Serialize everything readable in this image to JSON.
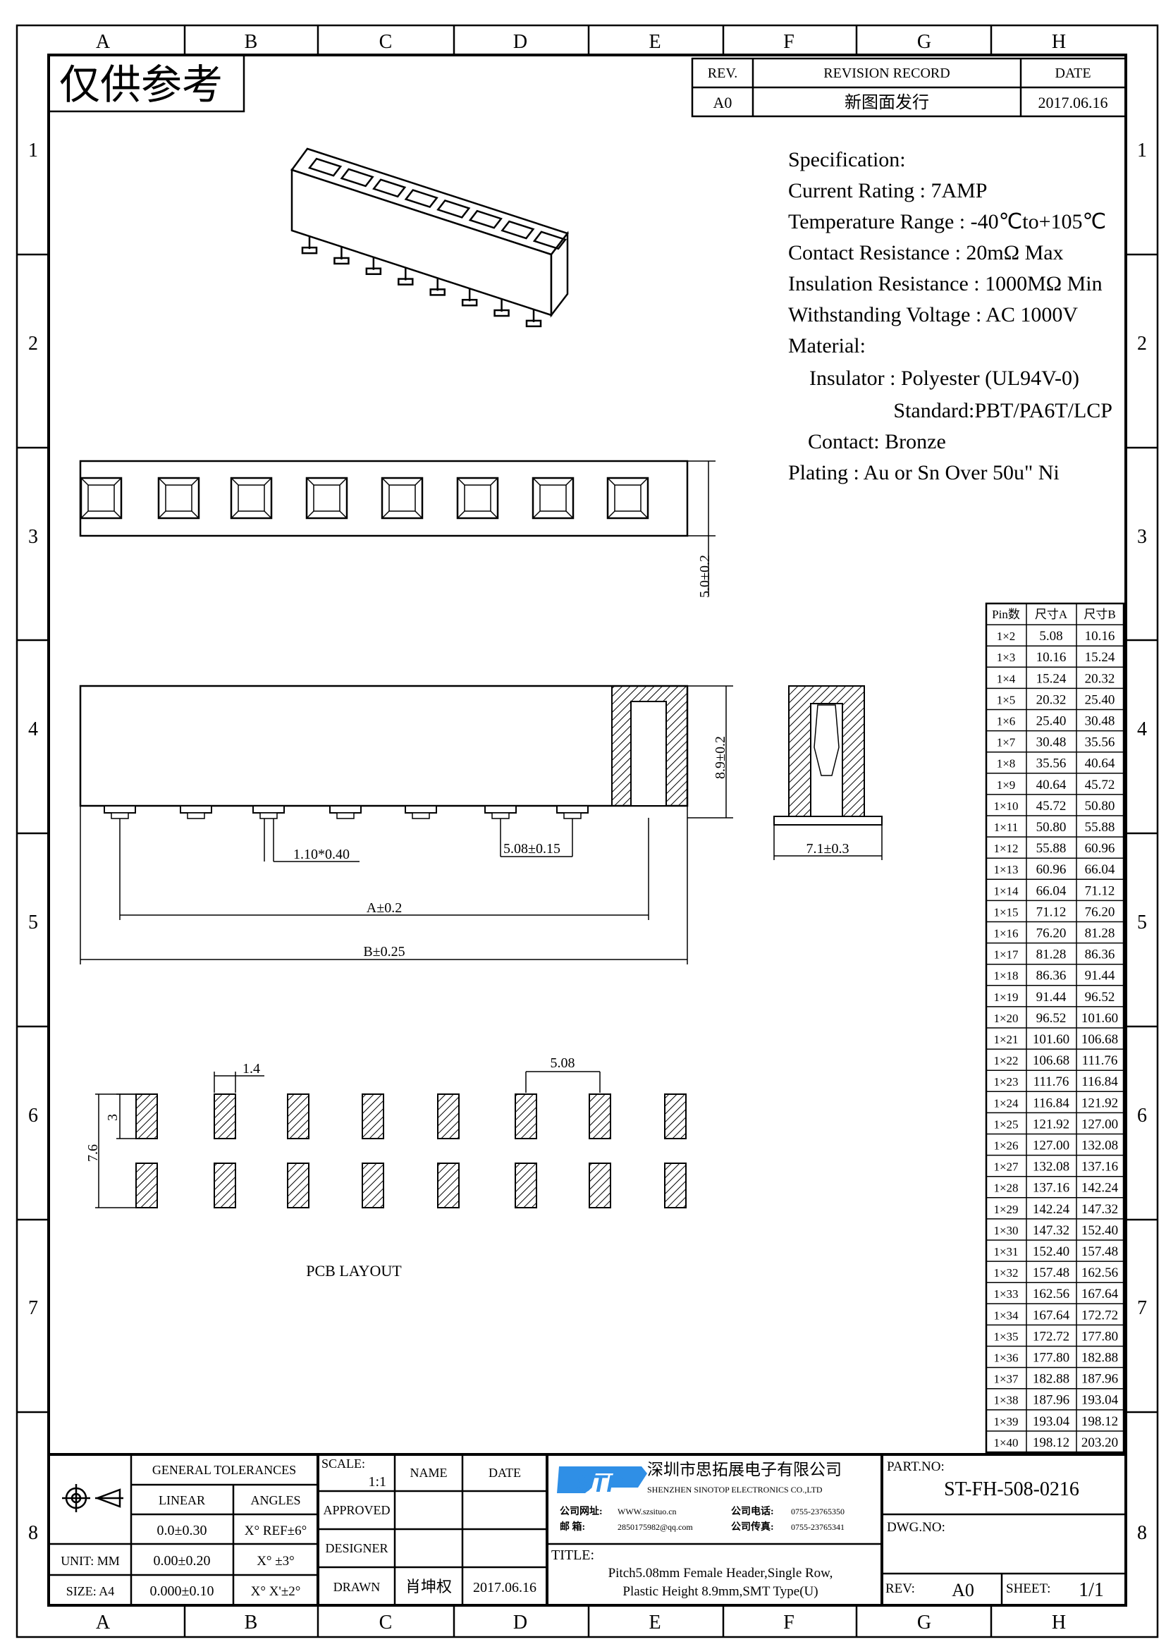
{
  "watermark": "仅供参考",
  "grid": {
    "columns": [
      "A",
      "B",
      "C",
      "D",
      "E",
      "F",
      "G",
      "H"
    ],
    "rows": [
      "1",
      "2",
      "3",
      "4",
      "5",
      "6",
      "7",
      "8"
    ]
  },
  "revision": {
    "headers": {
      "rev": "REV.",
      "record": "REVISION RECORD",
      "date": "DATE"
    },
    "entries": [
      {
        "rev": "A0",
        "record": "新图面发行",
        "date": "2017.06.16"
      }
    ]
  },
  "specification": {
    "title": "Specification:",
    "lines": [
      "Current Rating : 7AMP",
      "Temperature Range : -40℃to+105℃",
      "Contact Resistance : 20mΩ Max",
      "Insulation Resistance : 1000MΩ Min",
      "Withstanding Voltage : AC 1000V",
      "Material:",
      "Insulator : Polyester (UL94V-0)",
      "Standard:PBT/PA6T/LCP",
      "Contact: Bronze",
      "Plating : Au or Sn Over 50u\" Ni"
    ]
  },
  "dimensions": {
    "top_height": "5.0±0.2",
    "front_height": "8.9±0.2",
    "pin_size": "1.10*0.40",
    "pitch": "5.08±0.15",
    "dim_a": "A±0.2",
    "dim_b": "B±0.25",
    "side_width": "7.1±0.3",
    "pcb_pad_width": "1.4",
    "pcb_pitch": "5.08",
    "pcb_pad_length": "3",
    "pcb_span": "7.6",
    "pcb_label": "PCB LAYOUT"
  },
  "pin_table": {
    "headers": [
      "Pin数",
      "尺寸A",
      "尺寸B"
    ],
    "rows": [
      [
        "1×2",
        "5.08",
        "10.16"
      ],
      [
        "1×3",
        "10.16",
        "15.24"
      ],
      [
        "1×4",
        "15.24",
        "20.32"
      ],
      [
        "1×5",
        "20.32",
        "25.40"
      ],
      [
        "1×6",
        "25.40",
        "30.48"
      ],
      [
        "1×7",
        "30.48",
        "35.56"
      ],
      [
        "1×8",
        "35.56",
        "40.64"
      ],
      [
        "1×9",
        "40.64",
        "45.72"
      ],
      [
        "1×10",
        "45.72",
        "50.80"
      ],
      [
        "1×11",
        "50.80",
        "55.88"
      ],
      [
        "1×12",
        "55.88",
        "60.96"
      ],
      [
        "1×13",
        "60.96",
        "66.04"
      ],
      [
        "1×14",
        "66.04",
        "71.12"
      ],
      [
        "1×15",
        "71.12",
        "76.20"
      ],
      [
        "1×16",
        "76.20",
        "81.28"
      ],
      [
        "1×17",
        "81.28",
        "86.36"
      ],
      [
        "1×18",
        "86.36",
        "91.44"
      ],
      [
        "1×19",
        "91.44",
        "96.52"
      ],
      [
        "1×20",
        "96.52",
        "101.60"
      ],
      [
        "1×21",
        "101.60",
        "106.68"
      ],
      [
        "1×22",
        "106.68",
        "111.76"
      ],
      [
        "1×23",
        "111.76",
        "116.84"
      ],
      [
        "1×24",
        "116.84",
        "121.92"
      ],
      [
        "1×25",
        "121.92",
        "127.00"
      ],
      [
        "1×26",
        "127.00",
        "132.08"
      ],
      [
        "1×27",
        "132.08",
        "137.16"
      ],
      [
        "1×28",
        "137.16",
        "142.24"
      ],
      [
        "1×29",
        "142.24",
        "147.32"
      ],
      [
        "1×30",
        "147.32",
        "152.40"
      ],
      [
        "1×31",
        "152.40",
        "157.48"
      ],
      [
        "1×32",
        "157.48",
        "162.56"
      ],
      [
        "1×33",
        "162.56",
        "167.64"
      ],
      [
        "1×34",
        "167.64",
        "172.72"
      ],
      [
        "1×35",
        "172.72",
        "177.80"
      ],
      [
        "1×36",
        "177.80",
        "182.88"
      ],
      [
        "1×37",
        "182.88",
        "187.96"
      ],
      [
        "1×38",
        "187.96",
        "193.04"
      ],
      [
        "1×39",
        "193.04",
        "198.12"
      ],
      [
        "1×40",
        "198.12",
        "203.20"
      ]
    ]
  },
  "title_block": {
    "general_tolerances": "GENERAL TOLERANCES",
    "linear": "LINEAR",
    "angles": "ANGLES",
    "tol_rows": [
      {
        "label": "",
        "linear": "0.0±0.30",
        "angle": "X° REF±6°"
      },
      {
        "label": "UNIT: MM",
        "linear": "0.00±0.20",
        "angle": "X° ±3°"
      },
      {
        "label": "SIZE: A4",
        "linear": "0.000±0.10",
        "angle": "X° X'±2°"
      }
    ],
    "scale_label": "SCALE:",
    "scale_value": "1:1",
    "name_header": "NAME",
    "date_header": "DATE",
    "approved": "APPROVED",
    "designer": "DESIGNER",
    "drawn": "DRAWN",
    "drawn_name": "肖坤权",
    "drawn_date": "2017.06.16",
    "company_logo": "STP",
    "company_cn": "深圳市思拓展电子有限公司",
    "company_en": "SHENZHEN SINOTOP ELECTRONICS CO.,LTD",
    "web_label": "公司网址:",
    "web": "WWW.szsituo.cn",
    "email_label": "邮    箱:",
    "email": "2850175982@qq.com",
    "phone_label": "公司电话:",
    "phone": "0755-23765350",
    "fax_label": "公司传真:",
    "fax": "0755-23765341",
    "title_label": "TITLE:",
    "title_line1": "Pitch5.08mm Female Header,Single Row,",
    "title_line2": "Plastic Height 8.9mm,SMT Type(U)",
    "part_no_label": "PART.NO:",
    "part_no": "ST-FH-508-0216",
    "dwg_no_label": "DWG.NO:",
    "rev_label": "REV:",
    "rev": "A0",
    "sheet_label": "SHEET:",
    "sheet": "1/1"
  },
  "colors": {
    "logo_blue": "#2f8fe6",
    "line": "#000000"
  }
}
